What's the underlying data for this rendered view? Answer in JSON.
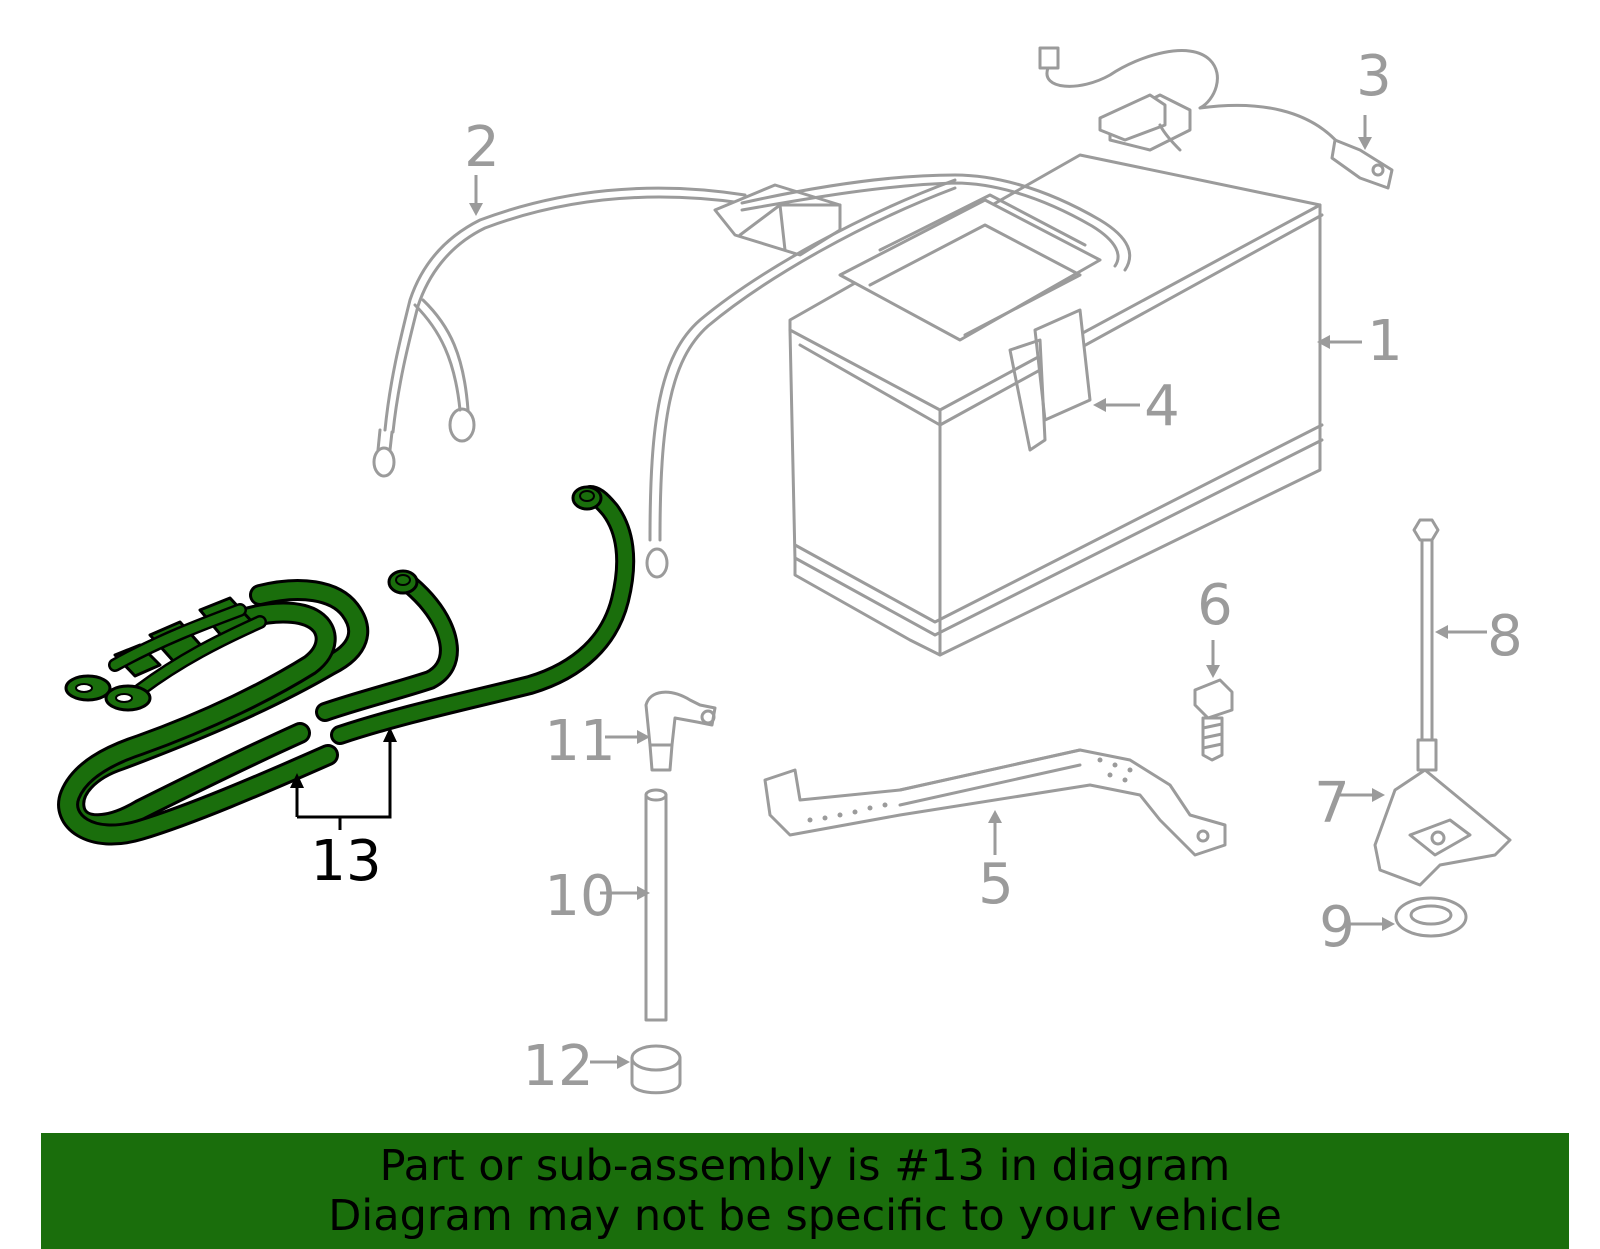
{
  "callouts": [
    {
      "id": "1",
      "label": "1"
    },
    {
      "id": "2",
      "label": "2"
    },
    {
      "id": "3",
      "label": "3"
    },
    {
      "id": "4",
      "label": "4"
    },
    {
      "id": "5",
      "label": "5"
    },
    {
      "id": "6",
      "label": "6"
    },
    {
      "id": "7",
      "label": "7"
    },
    {
      "id": "8",
      "label": "8"
    },
    {
      "id": "9",
      "label": "9"
    },
    {
      "id": "10",
      "label": "10"
    },
    {
      "id": "11",
      "label": "11"
    },
    {
      "id": "12",
      "label": "12"
    },
    {
      "id": "13",
      "label": "13"
    }
  ],
  "highlighted_part": "13",
  "colors": {
    "highlight": "#1a6e0c",
    "part_outline": "#9b9b9b",
    "banner_background": "#1a6e0c"
  },
  "banner": {
    "line1": "Part or sub-assembly is #13 in diagram",
    "line2": "Diagram may not be specific to your vehicle"
  }
}
